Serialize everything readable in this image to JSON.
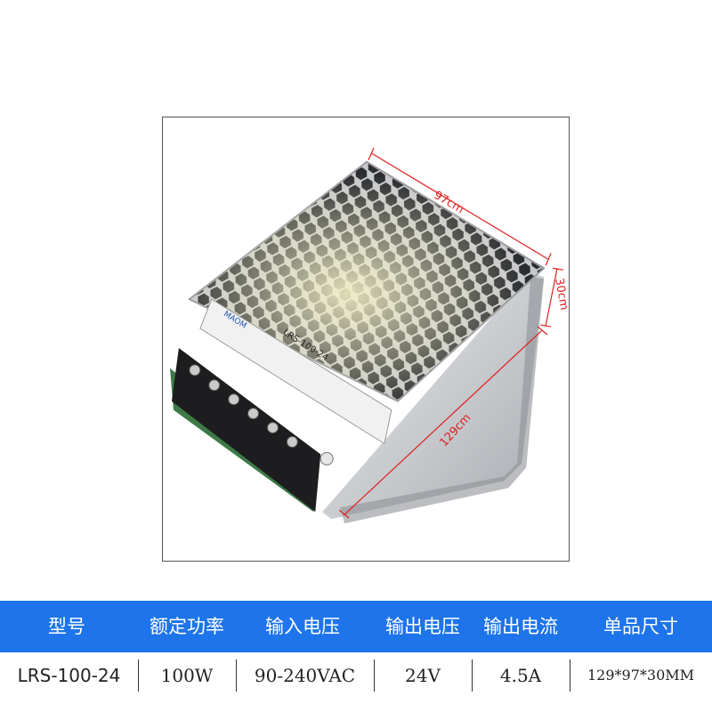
{
  "photo": {
    "dimensions": {
      "width_label": "97cm",
      "height_label": "30cm",
      "length_label": "129cm"
    },
    "product_label": {
      "brand": "MAOM",
      "model": "LRS-100-24"
    }
  },
  "specs": {
    "headers": [
      "型号",
      "额定功率",
      "输入电压",
      "输出电压",
      "输出电流",
      "单品尺寸"
    ],
    "values": [
      "LRS-100-24",
      "100W",
      "90-240VAC",
      "24V",
      "4.5A",
      "129*97*30MM"
    ]
  },
  "colors": {
    "header_bg": "#1e74ea",
    "header_text": "#ffffff",
    "dimension_line": "#e02020"
  }
}
